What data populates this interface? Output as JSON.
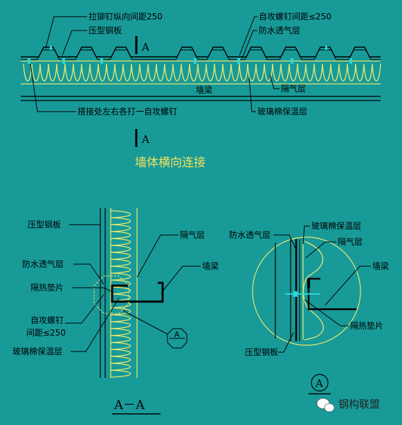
{
  "colors": {
    "background": "#189a98",
    "insulation": "#e8e870",
    "line": "#000000",
    "title": "#f2e25a",
    "wall_beam": "#000000",
    "screw": "#2ad8d8"
  },
  "top": {
    "labels": {
      "rivet_spacing": "拉铆钉纵向间距250",
      "steel_sheet": "压型钢板",
      "self_screw_spacing": "自攻螺钉间距≤250",
      "waterproof_membrane": "防水透气层",
      "wall_beam": "墙梁",
      "vapor_barrier": "隔气层",
      "lap_screws": "搭接处左右各打一自攻螺钉",
      "glass_wool": "玻璃棉保温层"
    },
    "section_mark": "A",
    "title": "墙体横向连接"
  },
  "section_aa": {
    "labels": {
      "steel_sheet": "压型钢板",
      "waterproof_membrane": "防水透气层",
      "thermal_pad": "隔热垫片",
      "self_screw_line1": "自攻螺钉",
      "self_screw_line2": "间距≤250",
      "glass_wool": "玻璃棉保温层",
      "vapor_barrier": "隔气层",
      "wall_beam": "墙梁"
    },
    "callout_mark": "A",
    "title": "A－A"
  },
  "detail_a": {
    "labels": {
      "waterproof_membrane": "防水透气层",
      "glass_wool": "玻璃棉保温层",
      "vapor_barrier": "隔气层",
      "wall_beam": "墙梁",
      "thermal_pad": "隔热垫片",
      "steel_sheet": "压型钢板"
    },
    "mark": "A"
  },
  "watermark": {
    "icon": "wechat-icon",
    "text": "钢构联盟"
  }
}
